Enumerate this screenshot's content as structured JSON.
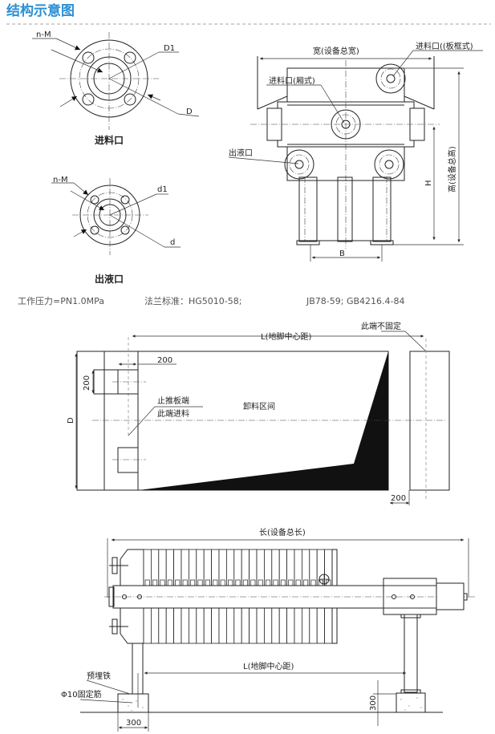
{
  "header": {
    "title": "结构示意图",
    "accent_color": "#2b8fd4"
  },
  "feed_flange": {
    "caption": "进料口",
    "labels": {
      "bolts": "n-M",
      "bolt_circle": "D1",
      "outer": "D"
    }
  },
  "outlet_flange": {
    "caption": "出液口",
    "labels": {
      "bolts": "n-M",
      "bolt_circle": "d1",
      "outer": "d"
    }
  },
  "specs": {
    "pressure": "工作压力=PN1.0MPa",
    "flange_standard": "法兰标准：HG5010-58;",
    "other_standards": "JB78-59; GB4216.4-84"
  },
  "front_view": {
    "width_label": "宽(设备总宽)",
    "feed_plate_frame": "进料口((板框式)",
    "feed_chamber": "进料口(厢式)",
    "outlet": "出液口",
    "height_label": "H",
    "total_height_label": "高(设备总高)",
    "base_label": "B"
  },
  "plan_view": {
    "footing_distance": "L(地脚中心距)",
    "free_end": "此端不固定",
    "dim_200_top": "200",
    "dim_200_side": "200",
    "dim_200_right": "200",
    "thrust_end": "止推板端",
    "feed_end": "此端进料",
    "discharge_zone": "卸料区间",
    "depth_label": "D"
  },
  "side_view": {
    "total_length": "长(设备总长)",
    "footing_distance": "L(地脚中心距)",
    "embedded_iron": "预埋铁",
    "rebar": "Φ10固定筋",
    "dim_300_width": "300",
    "dim_300_height": "300"
  }
}
